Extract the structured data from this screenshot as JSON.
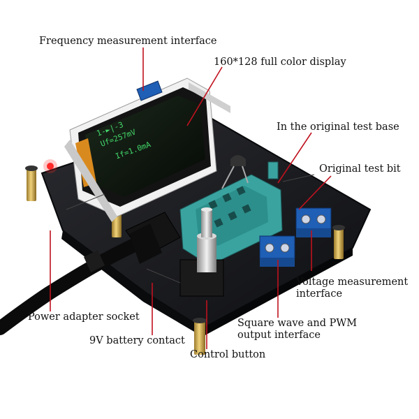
{
  "labels": {
    "frequency_interface": "Frequency measurement interface",
    "display": "160*128 full color display",
    "test_base": "In the original test base",
    "test_bit": "Original test bit",
    "voltage_line1": "Voltage measurement",
    "voltage_line2": "interface",
    "power_socket": "Power adapter socket",
    "battery_contact": "9V battery contact",
    "square_wave_line1": "Square wave and PWM",
    "square_wave_line2": "output interface",
    "control_button": "Control button"
  },
  "screen_text": {
    "line1": "1-►|-3",
    "line2": "Uf=257mV",
    "line3": "If=1.0mA"
  },
  "colors": {
    "callout_line": "#c0121e",
    "board": "#1b1c1f",
    "zif_socket": "#3aa3a0",
    "terminal_block": "#1f5fb5",
    "screen_text": "#43d66a",
    "standoff": "#c8a24a"
  }
}
